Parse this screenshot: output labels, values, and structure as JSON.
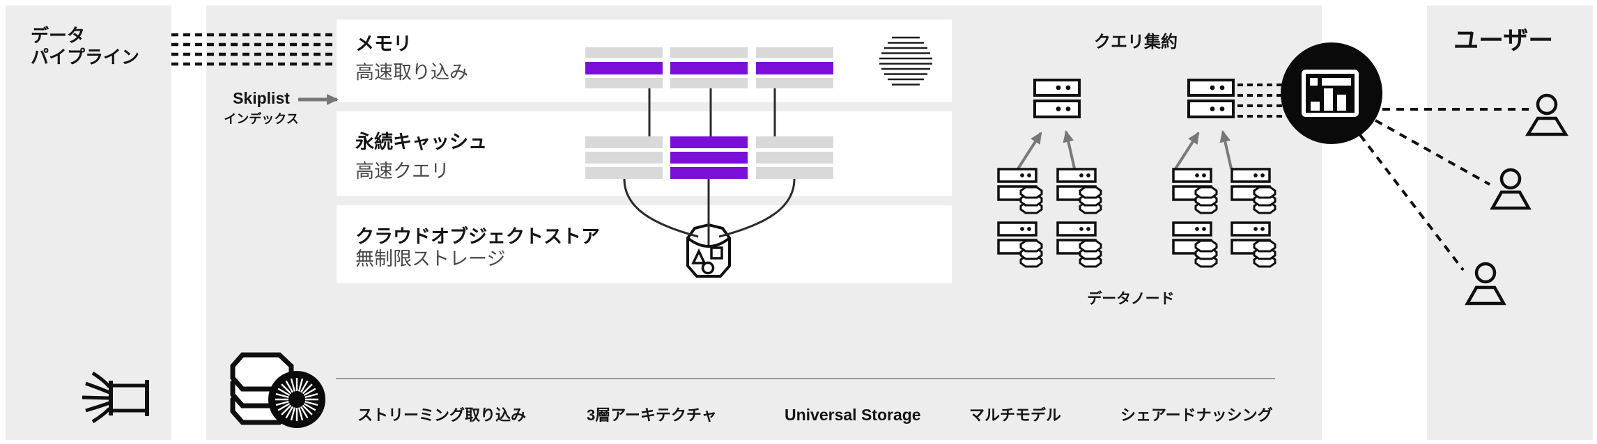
{
  "pipeline": {
    "line1": "データ",
    "line2": "パイプライン"
  },
  "skiplist": {
    "line1": "Skiplist",
    "line2": "インデックス"
  },
  "tiers": [
    {
      "title": "メモリ",
      "subtitle": "高速取り込み"
    },
    {
      "title": "永続キャッシュ",
      "subtitle": "高速クエリ"
    },
    {
      "title": "クラウドオブジェクトストア",
      "subtitle": "無制限ストレージ"
    }
  ],
  "query": {
    "aggregation_label": "クエリ集約",
    "data_nodes_label": "データノード"
  },
  "users_label": "ユーザー",
  "features": [
    "ストリーミング取り込み",
    "3層アーキテクチャ",
    "Universal Storage",
    "マルチモデル",
    "シェアードナッシング"
  ],
  "icons": [
    "stream-fan-icon",
    "database-turbine-logo",
    "striped-hexagon-icon",
    "object-store-bucket-icon",
    "dashboard-circle-icon",
    "server-rack-icon",
    "data-node-icon",
    "user-icon"
  ],
  "colors": {
    "accent_purple": "#7a10d8",
    "bar_gray": "#d9d9d9",
    "panel_gray": "#ededed",
    "line_black": "#0f0f0f",
    "arrow_gray": "#7a7a7a"
  }
}
